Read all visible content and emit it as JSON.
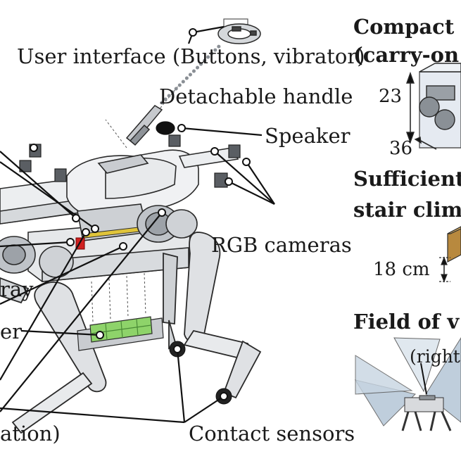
{
  "labels": {
    "user_interface": "User interface (Buttons, vibrator)",
    "detachable_handle": "Detachable handle",
    "speaker": "Speaker",
    "rgb_cameras": "RGB cameras",
    "contact_sensors": "Contact sensors",
    "left_partial_1": "ray",
    "left_partial_2": "er",
    "left_partial_3": "ation)"
  },
  "side_panel": {
    "compact_title_line1": "Compact",
    "compact_title_line2": "(carry-on",
    "dim_height": "23",
    "dim_depth": "36",
    "stair_title_line1": "Sufficient",
    "stair_title_line2": "stair climb",
    "stair_height": "18 cm",
    "fov_title": "Field of v",
    "fov_right_label": "(right)"
  },
  "colors": {
    "body_gray": "#e4e6e8",
    "outline": "#2a2a2a",
    "battery_green": "#8ed36a",
    "accent_red": "#d02020",
    "step_brown": "#b8893e",
    "fov_blue": "#b4c6d6"
  }
}
